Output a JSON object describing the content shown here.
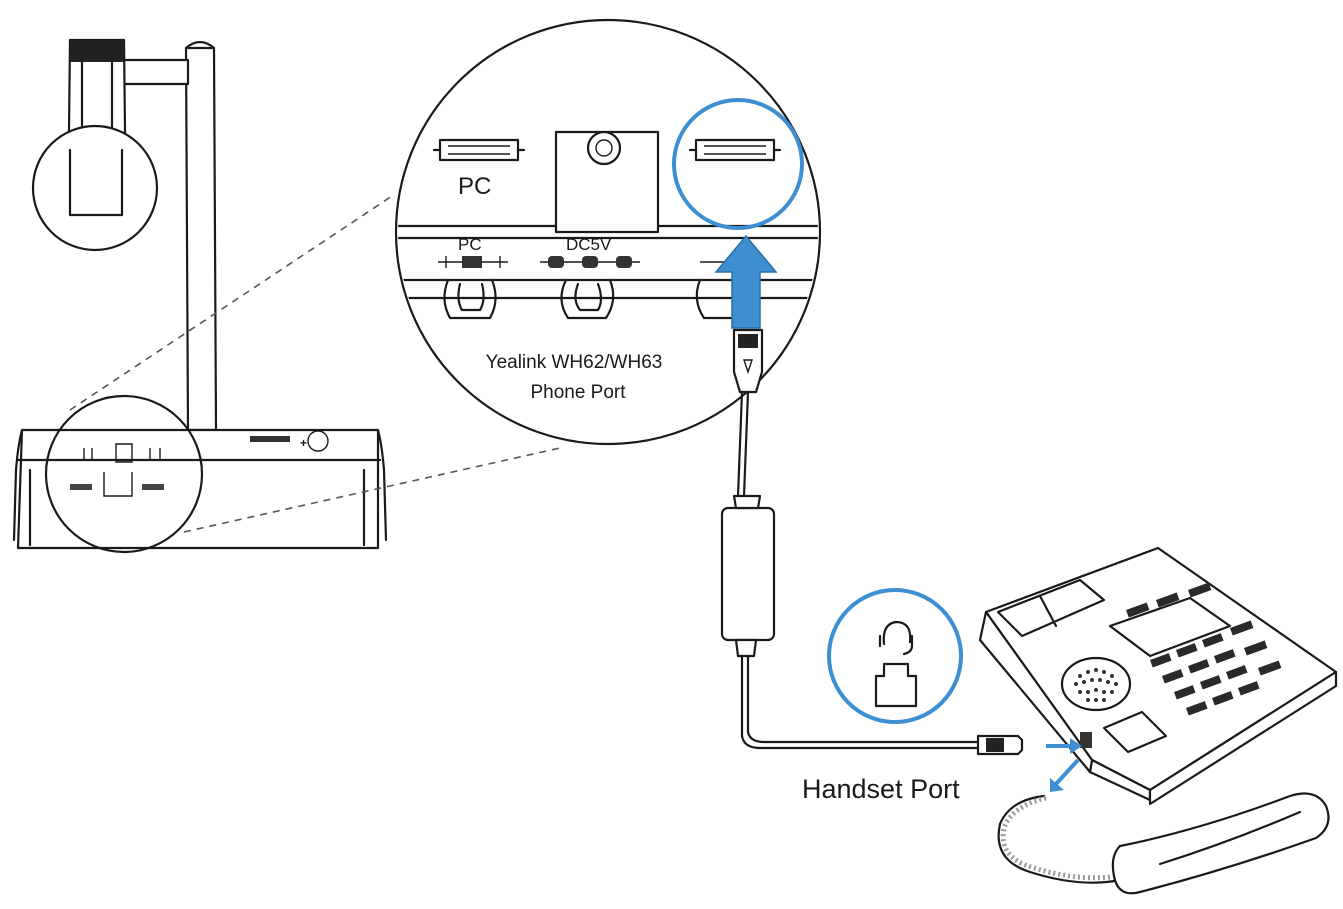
{
  "labels": {
    "pc_jack": "PC",
    "pc_port": "PC",
    "dc_port": "DC5V",
    "device_line1": "Yealink WH62/WH63",
    "device_line2": "Phone Port",
    "handset_port": "Handset Port"
  },
  "colors": {
    "highlight": "#3d8fd1",
    "line": "#1a1a1a"
  },
  "icons": {
    "headset_jack": "headset-jack-icon",
    "upload_arrow": "arrow-up-icon",
    "unplug_arrow": "arrow-out-icon"
  }
}
